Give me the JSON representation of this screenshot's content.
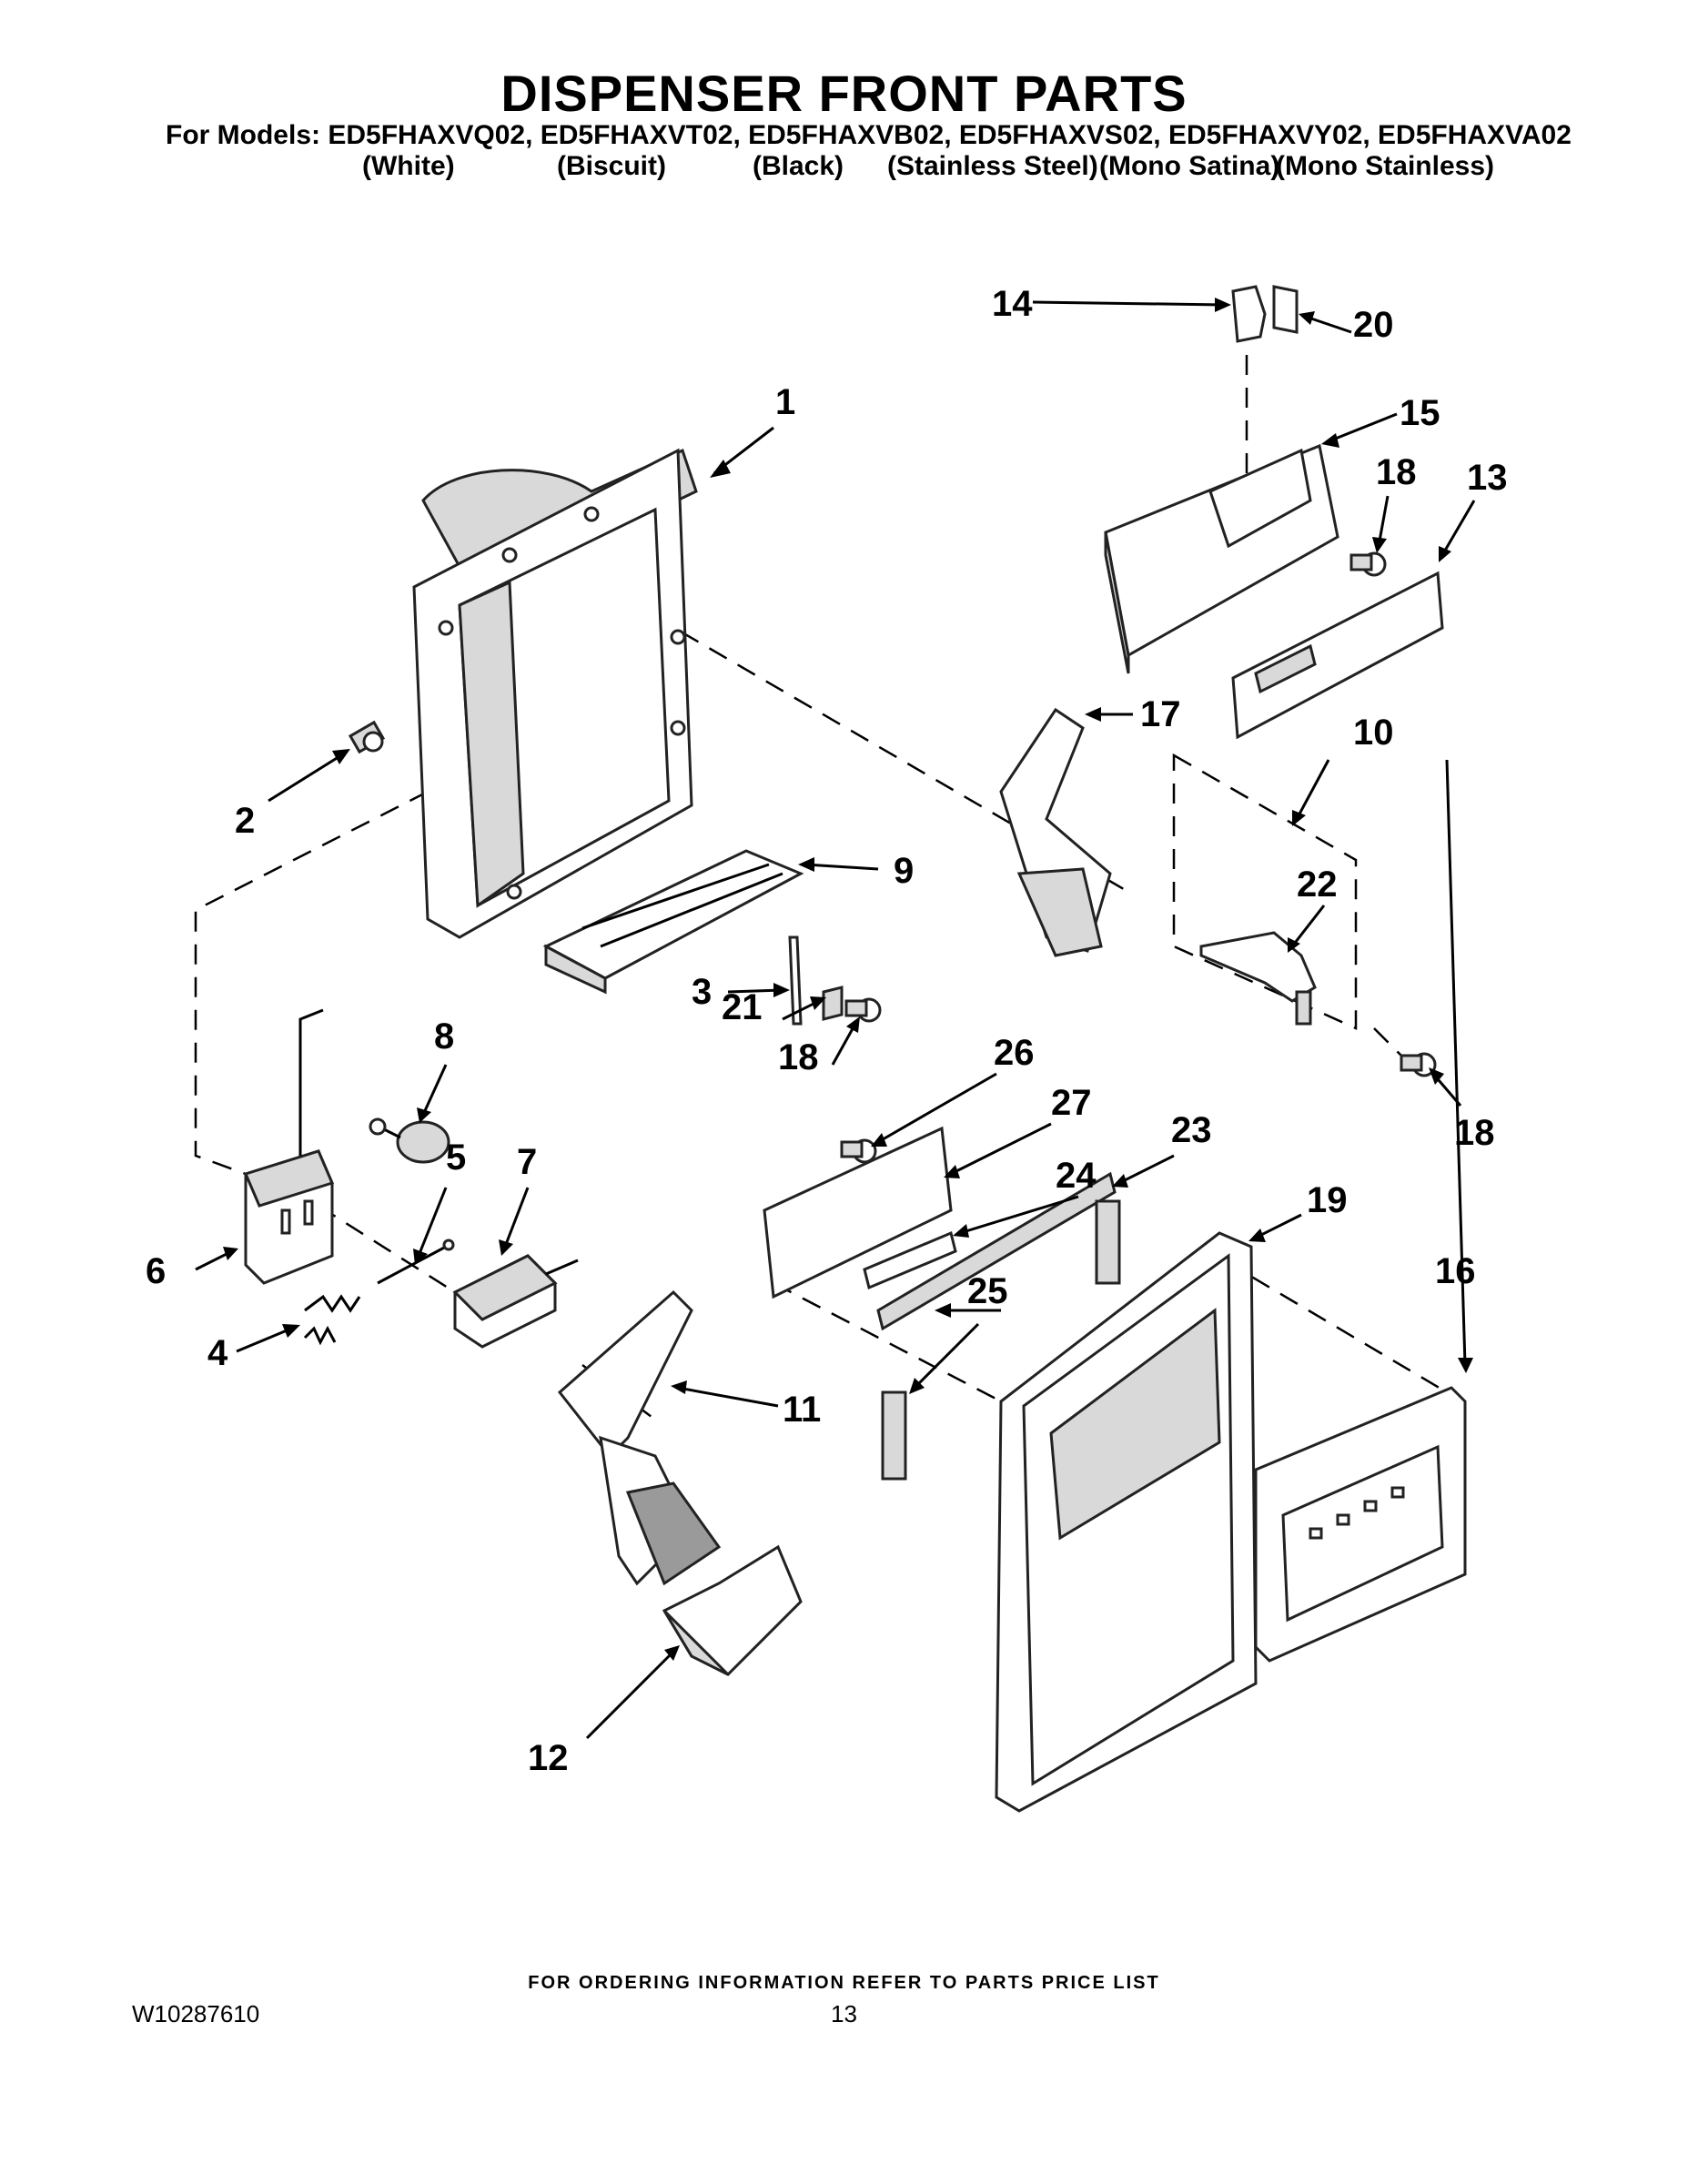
{
  "header": {
    "title": "DISPENSER FRONT PARTS",
    "models_line": "For Models: ED5FHAXVQ02, ED5FHAXVT02, ED5FHAXVB02, ED5FHAXVS02, ED5FHAXVY02, ED5FHAXVA02",
    "variants": [
      "(White)",
      "(Biscuit)",
      "(Black)",
      "(Stainless Steel)",
      "(Mono Satina)",
      "(Mono Stainless)"
    ]
  },
  "callouts": [
    "1",
    "2",
    "3",
    "4",
    "5",
    "6",
    "7",
    "8",
    "9",
    "10",
    "11",
    "12",
    "13",
    "14",
    "15",
    "16",
    "17",
    "18",
    "18",
    "18",
    "19",
    "20",
    "21",
    "22",
    "23",
    "24",
    "25",
    "26",
    "27"
  ],
  "footer": {
    "ordering_note": "FOR ORDERING INFORMATION REFER TO PARTS PRICE LIST",
    "document_id": "W10287610",
    "page_number": "13"
  }
}
